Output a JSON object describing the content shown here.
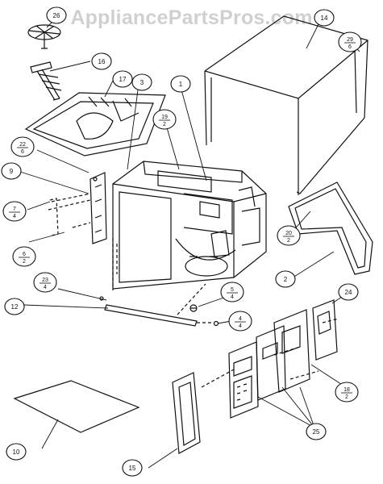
{
  "watermark": "AppliancePartsPros.com",
  "callouts": [
    {
      "id": "c26a",
      "label": "26"
    },
    {
      "id": "c16a",
      "label": "16"
    },
    {
      "id": "c17",
      "label": "17"
    },
    {
      "id": "c3",
      "label": "3"
    },
    {
      "id": "c1",
      "label": "1"
    },
    {
      "id": "c14",
      "label": "14"
    },
    {
      "id": "c29",
      "label": "29",
      "sub": "6"
    },
    {
      "id": "c19",
      "label": "19",
      "sub": "2"
    },
    {
      "id": "c22",
      "label": "22",
      "sub": "6"
    },
    {
      "id": "c9",
      "label": "9"
    },
    {
      "id": "c7",
      "label": "7",
      "sub": "4"
    },
    {
      "id": "c6",
      "label": "6",
      "sub": "2"
    },
    {
      "id": "c20",
      "label": "20",
      "sub": "2"
    },
    {
      "id": "c2",
      "label": "2"
    },
    {
      "id": "c23",
      "label": "23",
      "sub": "4"
    },
    {
      "id": "c12",
      "label": "12"
    },
    {
      "id": "c5",
      "label": "5",
      "sub": "4"
    },
    {
      "id": "c4",
      "label": "4",
      "sub": "4"
    },
    {
      "id": "c24",
      "label": "24"
    },
    {
      "id": "c18b",
      "label": "18",
      "sub": "2"
    },
    {
      "id": "c25",
      "label": "25"
    },
    {
      "id": "c10",
      "label": "10"
    },
    {
      "id": "c15",
      "label": "15"
    }
  ]
}
